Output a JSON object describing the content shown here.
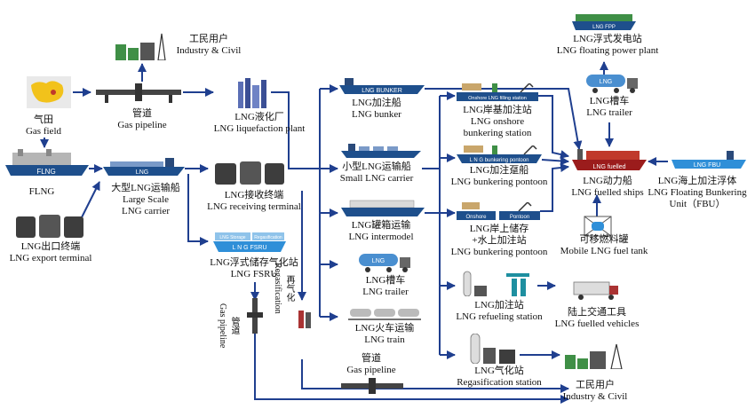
{
  "nodes": {
    "gas_field": {
      "zh": "气田",
      "en": "Gas field"
    },
    "flng": {
      "en": "FLNG",
      "badge": "FLNG"
    },
    "export_terminal": {
      "zh": "LNG出口终端",
      "en": "LNG export terminal"
    },
    "pipeline_top": {
      "zh": "管道",
      "en": "Gas pipeline"
    },
    "industry_top": {
      "zh": "工民用户",
      "en": "Industry & Civil"
    },
    "liquefaction": {
      "zh": "LNG液化厂",
      "en": "LNG liquefaction plant"
    },
    "large_carrier": {
      "zh": "大型LNG运输船",
      "en1": "Large Scale",
      "en2": "LNG carrier",
      "badge": "LNG"
    },
    "receiving": {
      "zh": "LNG接收终端",
      "en": "LNG receiving terminal"
    },
    "fsru": {
      "zh": "LNG浮式储存气化站",
      "en": "LNG FSRU",
      "badge1": "LNG Storage",
      "badge2": "Regasification",
      "badge3": "L N G  FSRU"
    },
    "pipeline_left": {
      "zh": "管道",
      "en": "Gas pipeline"
    },
    "regas_vertical": {
      "zh": "再气化",
      "en": "Regasification"
    },
    "bunker": {
      "zh": "LNG加注船",
      "en": "LNG bunker",
      "badge": "LNG  BUNKER"
    },
    "small_carrier": {
      "zh": "小型LNG运输船",
      "en": "Small LNG carrier"
    },
    "intermodel": {
      "zh": "LNG罐箱运输",
      "en": "LNG intermodel"
    },
    "trailer_mid": {
      "zh": "LNG槽车",
      "en": "LNG trailer",
      "badge": "LNG"
    },
    "train": {
      "zh": "LNG火车运输",
      "en": "LNG train"
    },
    "pipeline_bottom": {
      "zh": "管道",
      "en": "Gas pipeline"
    },
    "onshore": {
      "zh": "LNG岸基加注站",
      "en1": "LNG onshore",
      "en2": "bunkering station",
      "badge": "Onshore LNG filling station"
    },
    "pontoon": {
      "zh": "LNG加注趸船",
      "en": "LNG bunkering pontoon",
      "badge": "L N G  bunkering pontoon"
    },
    "storage_pontoon": {
      "zh1": "LNG岸上储存",
      "zh2": "+水上加注站",
      "en": "LNG bunkering pontoon",
      "badge1": "Onshore",
      "badge2": "Pontoon"
    },
    "refueling": {
      "zh": "LNG加注站",
      "en": "LNG refueling station"
    },
    "regas_station": {
      "zh": "LNG气化站",
      "en": "Regasification station"
    },
    "fpp": {
      "zh": "LNG浮式发电站",
      "en": "LNG floating power plant",
      "badge": "LNG FPP"
    },
    "trailer_right": {
      "zh": "LNG槽车",
      "en": "LNG trailer",
      "badge": "LNG"
    },
    "fuelled_ships": {
      "zh": "LNG动力船",
      "en": "LNG fuelled ships",
      "badge": "LNG fuelled"
    },
    "fbu": {
      "zh": "LNG海上加注浮体",
      "en1": "LNG Floating Bunkering",
      "en2": "Unit（FBU）",
      "badge": "LNG FBU"
    },
    "mobile_tank": {
      "zh": "可移燃料罐",
      "en": "Mobile LNG fuel tank"
    },
    "vehicles": {
      "zh": "陆上交通工具",
      "en": "LNG fuelled vehicles"
    },
    "industry_bottom": {
      "zh": "工民用户",
      "en": "Industry & Civil"
    }
  },
  "colors": {
    "arrow": "#1f3f8f",
    "ship_hull": "#1e4f8c",
    "tank": "#3d3d3d",
    "green_tank": "#3f8f46"
  }
}
